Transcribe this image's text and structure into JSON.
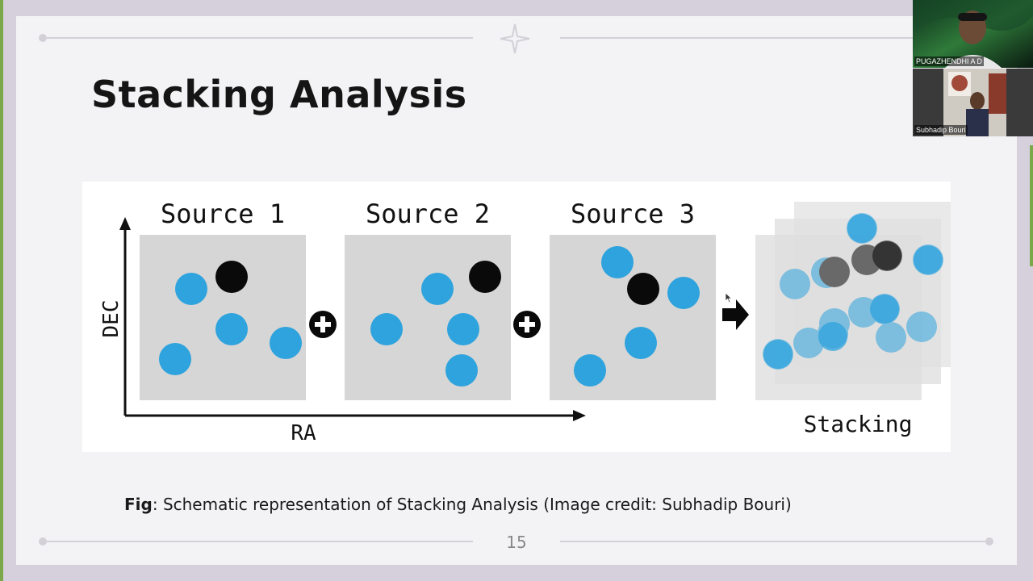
{
  "slide": {
    "title": "Stacking Analysis",
    "page_number": "15",
    "caption": {
      "label": "Fig",
      "text": ": Schematic representation of Stacking Analysis (Image credit: Subhadip Bouri)"
    }
  },
  "figure": {
    "panels": [
      {
        "title": "Source 1"
      },
      {
        "title": "Source 2"
      },
      {
        "title": "Source 3"
      }
    ],
    "stacking_label": "Stacking",
    "x_axis_label": "RA",
    "y_axis_label": "DEC",
    "colors": {
      "source_dot": "#2ea3dd",
      "target_dot": "#0a0a0a",
      "panel_bg": "#d6d6d6"
    }
  },
  "participants": [
    {
      "name": "PUGAZHENDHI A D"
    },
    {
      "name": "Subhadip Bouri"
    }
  ]
}
